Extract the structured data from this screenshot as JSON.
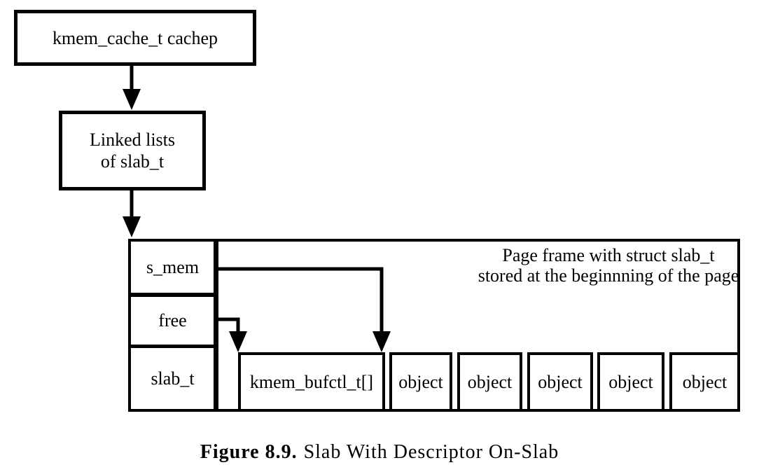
{
  "diagram": {
    "cachep_label": "kmem_cache_t cachep",
    "linked_lists": {
      "line1": "Linked lists",
      "line2": "of slab_t"
    },
    "slab_fields": [
      "s_mem",
      "free",
      "slab_t"
    ],
    "page_frame_note": {
      "line1": "Page frame with struct slab_t",
      "line2": "stored at the beginnning of the page"
    },
    "bufctl_label": "kmem_bufctl_t[]",
    "object_labels": [
      "object",
      "object",
      "object",
      "object",
      "object"
    ]
  },
  "caption": {
    "figure_label": "Figure 8.9.",
    "title": "Slab With Descriptor On-Slab"
  },
  "colors": {
    "ink": "#000000",
    "background": "#ffffff"
  }
}
